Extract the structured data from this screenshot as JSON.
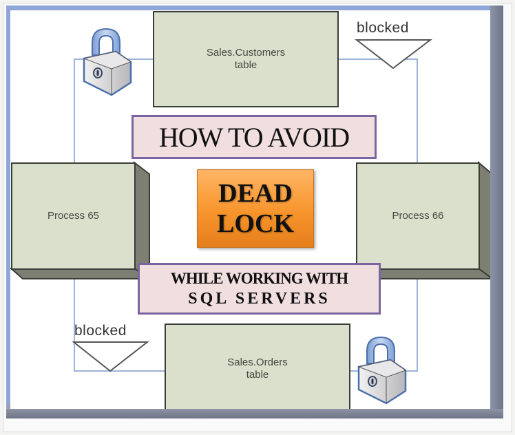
{
  "diagram": {
    "tables": [
      {
        "id": "customers",
        "name": "Sales.Customers",
        "label2": "table"
      },
      {
        "id": "orders",
        "name": "Sales.Orders",
        "label2": "table"
      }
    ],
    "processes": [
      {
        "id": "p65",
        "label": "Process 65"
      },
      {
        "id": "p66",
        "label": "Process 66"
      }
    ],
    "blocked_labels": [
      "blocked",
      "blocked"
    ],
    "icons": [
      "padlock-icon",
      "padlock-icon"
    ]
  },
  "title": {
    "line1": "HOW TO AVOID",
    "dead_line1": "DEAD",
    "dead_line2": "LOCK",
    "sub_line1": "WHILE WORKING WITH",
    "sub_line2": "SQL SERVERS"
  },
  "colors": {
    "box_fill": "#dbe0cc",
    "connector": "#9db3d8",
    "title_fill": "#f1dfe0",
    "title_border": "#7b64a2",
    "dead_lock_orange": "#f7952c",
    "frame_blue": "#8fa6d8"
  }
}
